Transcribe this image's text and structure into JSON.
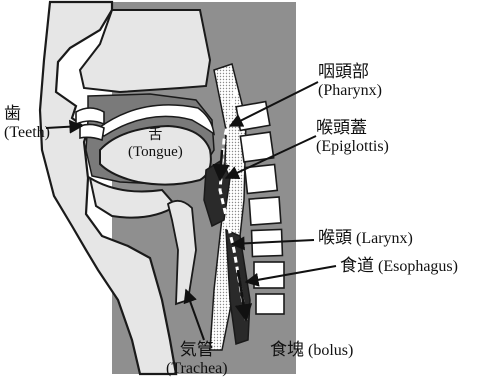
{
  "colors": {
    "background": "#ffffff",
    "tissue": "#e6e6e6",
    "cavity": "#8f8f8f",
    "outline": "#1a1a1a",
    "cartilage": "#ffffff"
  },
  "labels": {
    "teeth": {
      "jp": "歯",
      "en": "(Teeth)"
    },
    "tongue": {
      "jp": "舌",
      "en": "(Tongue)"
    },
    "pharynx": {
      "jp": "咽頭部",
      "en": "(Pharynx)"
    },
    "epiglottis": {
      "jp": "喉頭蓋",
      "en": "(Epiglottis)"
    },
    "larynx": {
      "jp": "喉頭",
      "en": "(Larynx)"
    },
    "esophagus": {
      "jp": "食道",
      "en": "(Esophagus)"
    },
    "bolus": {
      "jp": "食塊",
      "en": "(bolus)"
    },
    "trachea": {
      "jp": "気管",
      "en": "(Trachea)"
    }
  }
}
